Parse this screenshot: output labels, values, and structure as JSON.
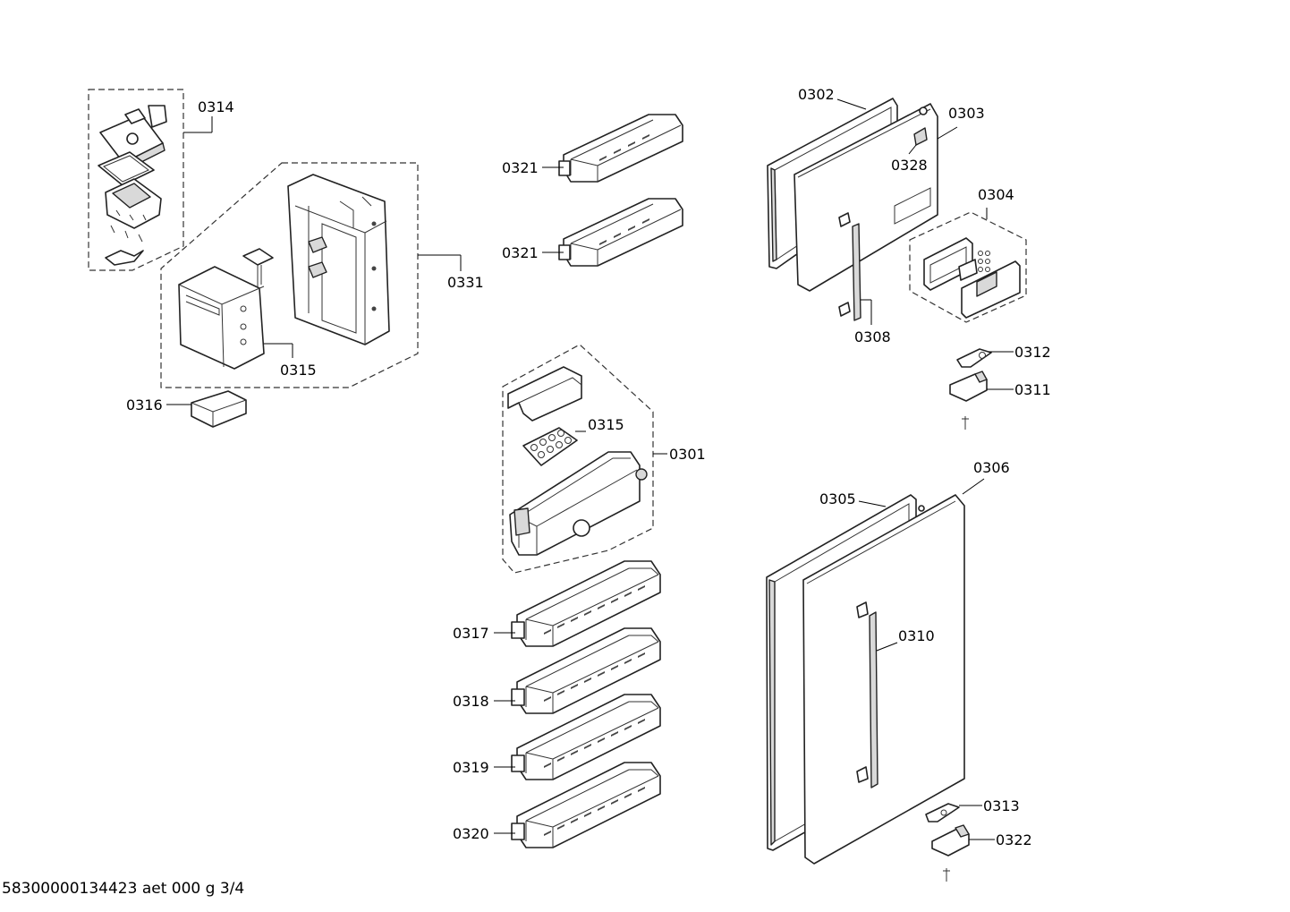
{
  "diagram": {
    "footer_text": "58300000134423 aet 000 g 3/4",
    "labels": {
      "l0314": "0314",
      "l0331": "0331",
      "l0315a": "0315",
      "l0316": "0316",
      "l0321a": "0321",
      "l0321b": "0321",
      "l0315b": "0315",
      "l0301": "0301",
      "l0317": "0317",
      "l0318": "0318",
      "l0319": "0319",
      "l0320": "0320",
      "l0302": "0302",
      "l0303": "0303",
      "l0328": "0328",
      "l0304": "0304",
      "l0308": "0308",
      "l0312": "0312",
      "l0311": "0311",
      "l0306": "0306",
      "l0305": "0305",
      "l0310": "0310",
      "l0313": "0313",
      "l0322": "0322"
    }
  }
}
